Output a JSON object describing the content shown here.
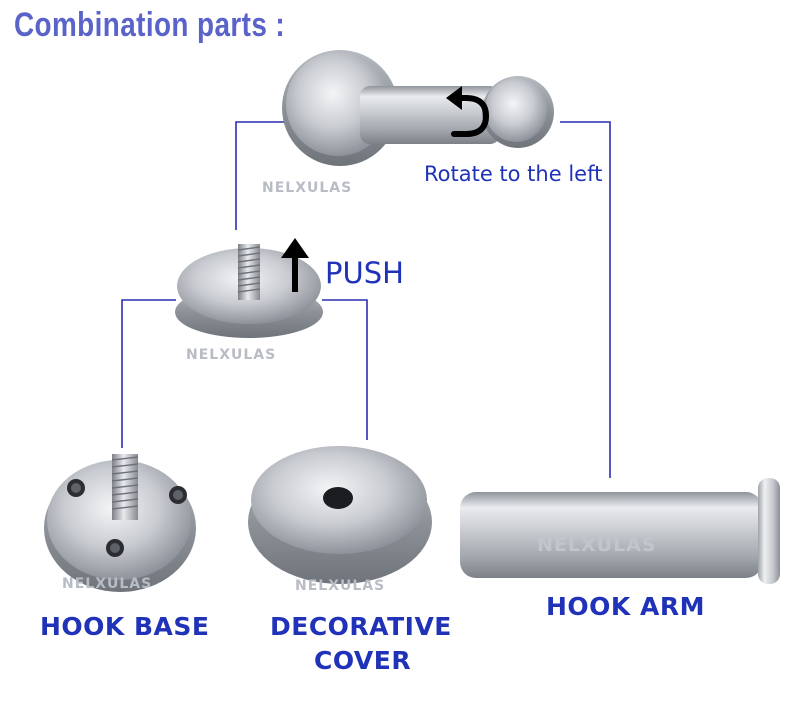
{
  "title": "Combination parts :",
  "annotations": {
    "rotate": "Rotate to the left",
    "push": "PUSH"
  },
  "parts": {
    "hook_base": "HOOK BASE",
    "decorative_cover_line1": "DECORATIVE",
    "decorative_cover_line2": "COVER",
    "hook_arm": "HOOK ARM"
  },
  "watermark": "NELXULAS",
  "colors": {
    "label_blue": "#1f32b8",
    "title_blue": "#5a63c9",
    "line_blue": "#2a2fb0",
    "steel": "#c9ccd1"
  }
}
